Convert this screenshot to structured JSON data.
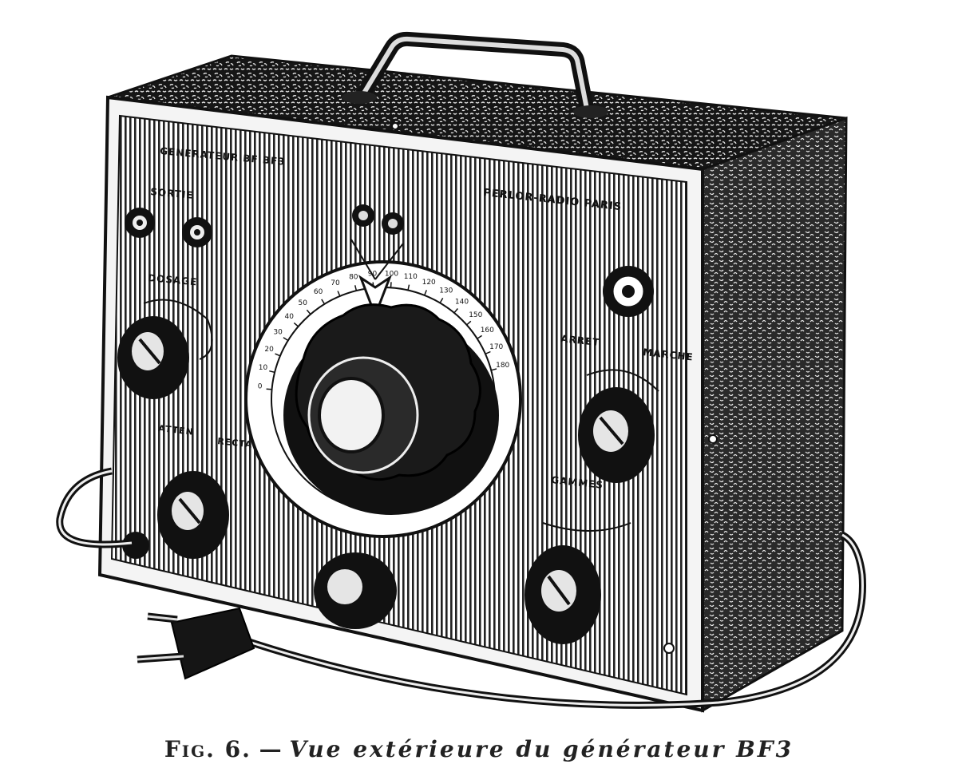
{
  "figure": {
    "caption_label": "Fig. 6.",
    "caption_separator": " — ",
    "caption_text": "Vue extérieure du générateur BF3"
  },
  "panel_labels": {
    "model": "GENERATEUR BF BF3",
    "maker": "PERLOR-RADIO PARIS",
    "sortie": "SORTIE",
    "dosage": "DOSAGE",
    "arret": "ARRET",
    "marche": "MARCHE",
    "gammes": "GAMMES",
    "knob_left_a": "ATTEN",
    "knob_left_b": "RECTA"
  },
  "dial_scale": [
    "0",
    "10",
    "20",
    "30",
    "40",
    "50",
    "60",
    "70",
    "80",
    "90",
    "100",
    "110",
    "120",
    "130",
    "140",
    "150",
    "160",
    "170",
    "180"
  ],
  "colors": {
    "ink": "#111111",
    "paper": "#ffffff"
  }
}
